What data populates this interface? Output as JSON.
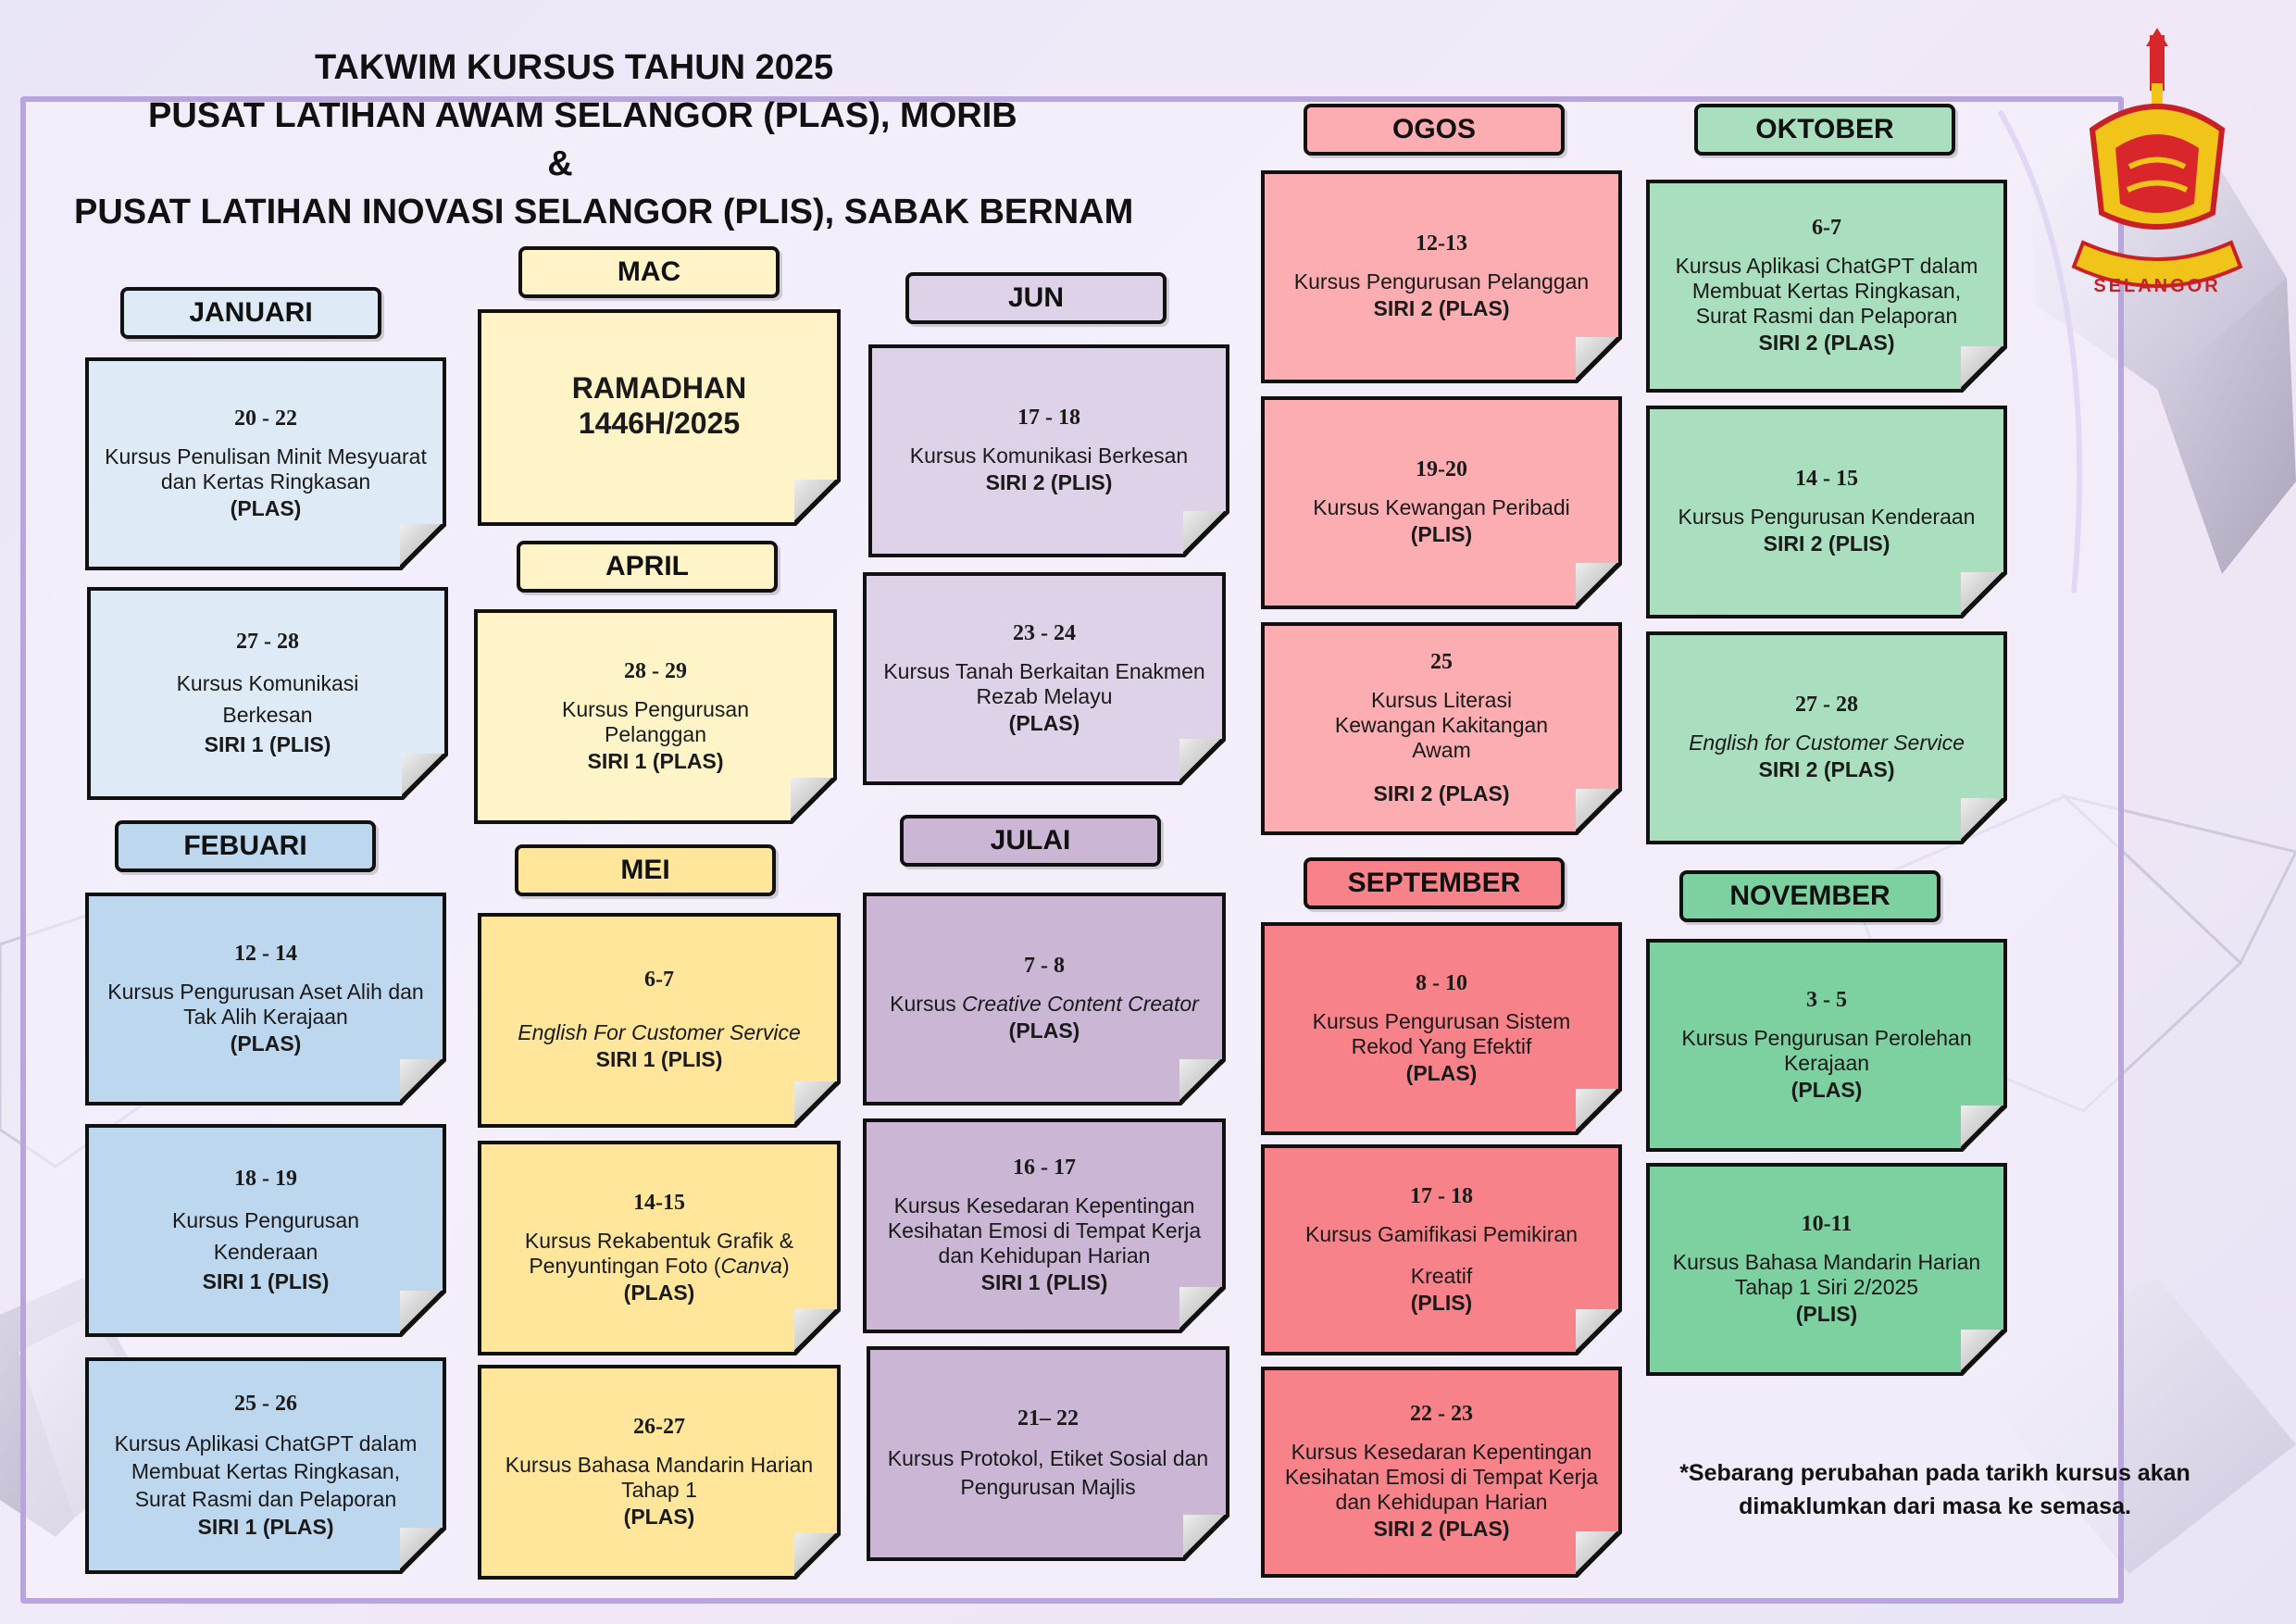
{
  "header": {
    "line1": "TAKWIM KURSUS TAHUN 2025",
    "line2": "PUSAT LATIHAN AWAM SELANGOR (PLAS), MORIB",
    "line3": "&",
    "line4": "PUSAT LATIHAN INOVASI SELANGOR (PLIS), SABAK BERNAM"
  },
  "logo": {
    "text": "SELANGOR"
  },
  "colors": {
    "januari": "#deebf6",
    "febuari": "#bdd7ee",
    "mac": "#fff4c8",
    "april": "#fff4c8",
    "mei": "#ffe69a",
    "jun": "#ddd2e8",
    "julai": "#cbb6d6",
    "ogos": "#fbadb2",
    "september": "#f8828a",
    "oktober": "#a9dfbf",
    "november": "#7dd0a0"
  },
  "months": {
    "januari": "JANUARI",
    "febuari": "FEBUARI",
    "mac": "MAC",
    "april": "APRIL",
    "mei": "MEI",
    "jun": "JUN",
    "julai": "JULAI",
    "ogos": "OGOS",
    "september": "SEPTEMBER",
    "oktober": "OKTOBER",
    "november": "NOVEMBER"
  },
  "cards": {
    "jan1": {
      "date": "20 - 22",
      "course": "Kursus Penulisan Minit Mesyuarat dan Kertas Ringkasan",
      "series": "(PLAS)"
    },
    "jan2": {
      "date": "27 - 28",
      "course": "Kursus Komunikasi Berkesan",
      "series": "SIRI 1 (PLIS)"
    },
    "feb1": {
      "date": "12 - 14",
      "course": "Kursus Pengurusan Aset Alih dan Tak Alih Kerajaan",
      "series": "(PLAS)"
    },
    "feb2": {
      "date": "18 - 19",
      "course": "Kursus Pengurusan Kenderaan",
      "series": "SIRI 1 (PLIS)"
    },
    "feb3": {
      "date": "25 - 26",
      "course": "Kursus Aplikasi ChatGPT dalam Membuat Kertas Ringkasan, Surat Rasmi dan Pelaporan",
      "series": "SIRI 1 (PLAS)"
    },
    "mac1": {
      "line1": "RAMADHAN",
      "line2": "1446H/2025"
    },
    "apr1": {
      "date": "28 - 29",
      "course": "Kursus Pengurusan Pelanggan",
      "series": "SIRI 1 (PLAS)"
    },
    "mei1": {
      "date": "6-7",
      "course": "English For Customer Service",
      "series": "SIRI 1 (PLIS)"
    },
    "mei2": {
      "date": "14-15",
      "course_pre": "Kursus Rekabentuk Grafik & Penyuntingan Foto (",
      "course_italic": "Canva",
      "course_post": ")",
      "series": "(PLAS)"
    },
    "mei3": {
      "date": "26-27",
      "course": "Kursus Bahasa Mandarin Harian Tahap 1",
      "series": "(PLAS)"
    },
    "jun1": {
      "date": "17 - 18",
      "course": "Kursus Komunikasi Berkesan",
      "series": "SIRI 2 (PLIS)"
    },
    "jun2": {
      "date": "23 - 24",
      "course": "Kursus Tanah Berkaitan Enakmen Rezab Melayu",
      "series": "(PLAS)"
    },
    "jul1": {
      "date": "7 - 8",
      "course_pre": "Kursus ",
      "course_italic": "Creative Content Creator",
      "series": "(PLAS)"
    },
    "jul2": {
      "date": "16 - 17",
      "course": "Kursus Kesedaran Kepentingan Kesihatan Emosi di Tempat Kerja dan Kehidupan Harian",
      "series": "SIRI 1 (PLIS)"
    },
    "jul3": {
      "date": "21– 22",
      "course": "Kursus Protokol, Etiket Sosial dan Pengurusan Majlis"
    },
    "ogo1": {
      "date": "12-13",
      "course": "Kursus Pengurusan Pelanggan",
      "series": "SIRI 2 (PLAS)"
    },
    "ogo2": {
      "date": "19-20",
      "course": "Kursus Kewangan Peribadi",
      "series": "(PLIS)"
    },
    "ogo3": {
      "date": "25",
      "course": "Kursus Literasi Kewangan Kakitangan Awam",
      "series": "SIRI 2 (PLAS)"
    },
    "sep1": {
      "date": "8 - 10",
      "course": "Kursus Pengurusan Sistem Rekod Yang Efektif",
      "series": "(PLAS)"
    },
    "sep2": {
      "date": "17 - 18",
      "course": "Kursus Gamifikasi Pemikiran",
      "course2": "Kreatif",
      "series": "(PLIS)"
    },
    "sep3": {
      "date": "22 - 23",
      "course": "Kursus Kesedaran Kepentingan Kesihatan Emosi di Tempat Kerja dan Kehidupan Harian",
      "series": "SIRI 2 (PLAS)"
    },
    "okt1": {
      "date": "6-7",
      "course": "Kursus Aplikasi ChatGPT dalam Membuat Kertas Ringkasan, Surat Rasmi dan Pelaporan",
      "series": "SIRI 2 (PLAS)"
    },
    "okt2": {
      "date": "14 - 15",
      "course": "Kursus Pengurusan Kenderaan",
      "series": "SIRI 2 (PLIS)"
    },
    "okt3": {
      "date": "27 - 28",
      "course": "English for Customer Service",
      "series": "SIRI 2 (PLAS)"
    },
    "nov1": {
      "date": "3 - 5",
      "course": "Kursus Pengurusan Perolehan Kerajaan",
      "series": "(PLAS)"
    },
    "nov2": {
      "date": "10-11",
      "course": "Kursus Bahasa Mandarin Harian Tahap 1 Siri 2/2025",
      "series": "(PLIS)"
    }
  },
  "footer": {
    "note1": "*Sebarang perubahan pada tarikh kursus akan",
    "note2": "dimaklumkan dari masa ke semasa."
  }
}
